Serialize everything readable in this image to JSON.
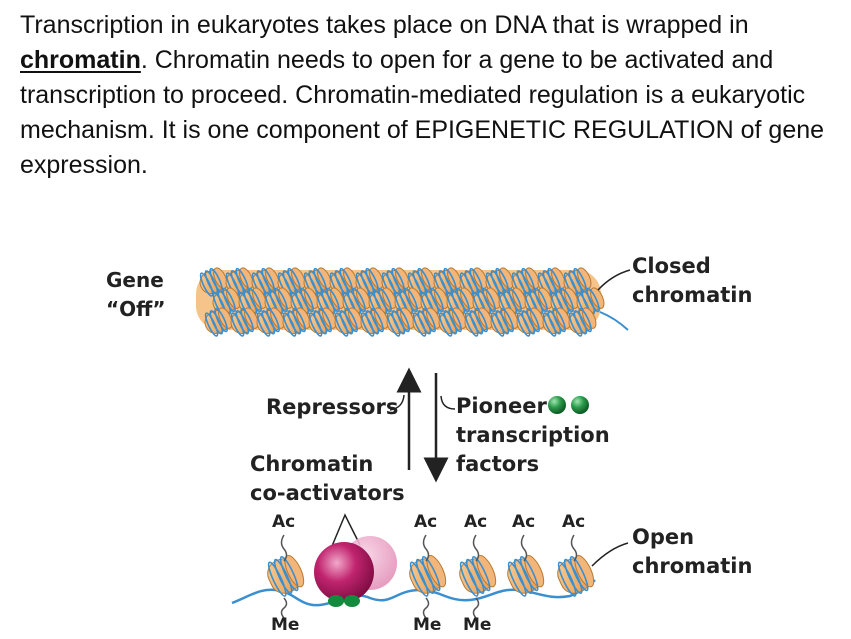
{
  "intro": {
    "part1": "Transcription in eukaryotes takes place on DNA that is wrapped in ",
    "keyword": "chromatin",
    "part2": ".  Chromatin needs to open for a gene to be activated and transcription to proceed. Chromatin-mediated regulation is a eukaryotic mechanism. It is one component of EPIGENETIC REGULATION of gene expression."
  },
  "labels": {
    "gene_off_line1": "Gene",
    "gene_off_line2": "“Off”",
    "closed_line1": "Closed",
    "closed_line2": "chromatin",
    "repressors": "Repressors",
    "pioneer_line1": "Pioneer",
    "pioneer_line2": "transcription",
    "pioneer_line3": "factors",
    "coactivators_line1": "Chromatin",
    "coactivators_line2": "co-activators",
    "open_line1": "Open",
    "open_line2": "chromatin"
  },
  "marks": {
    "ac": [
      "Ac",
      "Ac",
      "Ac",
      "Ac",
      "Ac"
    ],
    "me": [
      "Me",
      "Me",
      "Me"
    ]
  },
  "colors": {
    "nucleosome_fill": "#f0b070",
    "nucleosome_edge": "#b87830",
    "dna": "#3a8fd0",
    "coactivator_main": "#b01a63",
    "coactivator_ghost": "#e59ac0",
    "pioneer_green": "#2a9a4a",
    "arrow": "#222222"
  }
}
